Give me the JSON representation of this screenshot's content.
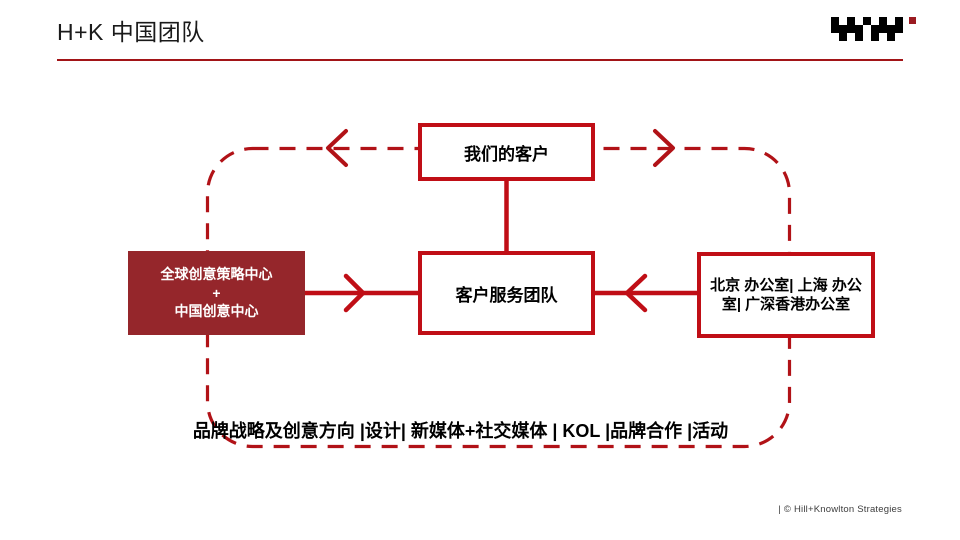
{
  "slide": {
    "title": "H+K 中国团队",
    "footer": "| © Hill+Knowlton Strategies"
  },
  "colors": {
    "accent_red": "#C00E16",
    "dash_red": "#B11217",
    "maroon": "#95262B",
    "logo_black": "#000000",
    "logo_red": "#9B1B21"
  },
  "diagram": {
    "top_box": "我们的客户",
    "center_box": "客户服务团队",
    "left_box": {
      "line1": "全球创意策略中心",
      "line2": "+",
      "line3": "中国创意中心"
    },
    "right_box": "北京 办公室| 上海 办公室| 广深香港办公室",
    "bottom_text": "品牌战略及创意方向 |设计| 新媒体+社交媒体 | KOL |品牌合作 |活动"
  }
}
